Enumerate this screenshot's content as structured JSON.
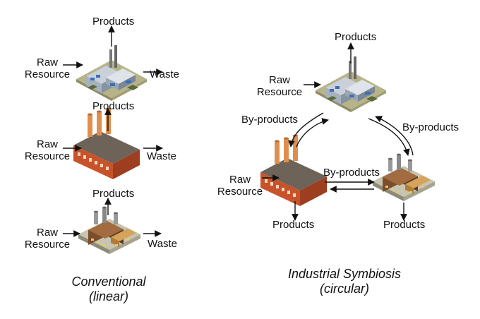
{
  "conventional": {
    "caption_line1": "Conventional",
    "caption_line2": "(linear)",
    "rows": [
      {
        "input_line1": "Raw",
        "input_line2": "Resource",
        "output": "Products",
        "waste": "Waste"
      },
      {
        "input_line1": "Raw",
        "input_line2": "Resource",
        "output": "Products",
        "waste": "Waste"
      },
      {
        "input_line1": "Raw",
        "input_line2": "Resource",
        "output": "Products",
        "waste": "Waste"
      }
    ]
  },
  "symbiosis": {
    "caption_line1": "Industrial Symbiosis",
    "caption_line2": "(circular)",
    "top": {
      "input_line1": "Raw",
      "input_line2": "Resource",
      "output": "Products"
    },
    "left": {
      "input_line1": "Raw",
      "input_line2": "Resource",
      "output": "Products"
    },
    "right": {
      "output": "Products"
    },
    "byproducts_left": "By-products",
    "byproducts_right": "By-products",
    "byproducts_bottom": "By-products"
  }
}
